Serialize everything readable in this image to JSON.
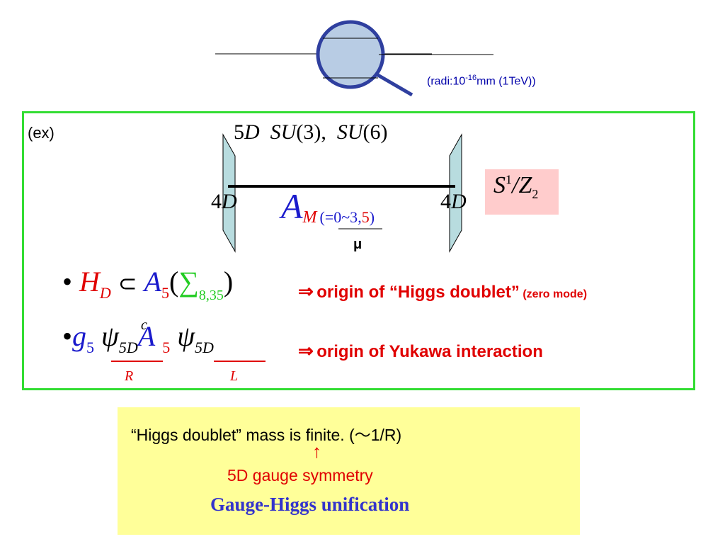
{
  "magnifier": {
    "radius_label": "(radi:10",
    "radius_exp": "-16",
    "radius_tail": "mm (1TeV))"
  },
  "example": {
    "label": "(ex)",
    "title_5D": "5D",
    "title_su3": "SU(3),",
    "title_su6": "SU(6)",
    "brane_left": "4D",
    "brane_right": "4D",
    "field_A": "A",
    "field_sub_M": "M",
    "field_index_open": "(=",
    "field_index_0_3": "0~3",
    "field_index_comma": ",",
    "field_index_5": "5",
    "field_index_close": ")",
    "mu_label": "μ",
    "orbifold_S": "S",
    "orbifold_sup": "1",
    "orbifold_slash": "/",
    "orbifold_Z": "Z",
    "orbifold_sub": "2"
  },
  "bullet1": {
    "bullet": "•",
    "H": "H",
    "H_sub": "D",
    "subset": "⊂",
    "A": "A",
    "A_sub": "5",
    "open_paren": "(",
    "sigma": "∑",
    "sigma_sub": "8,35",
    "close_paren": ")",
    "arrow": "⇒",
    "text": "origin of “Higgs doublet”",
    "note": "(zero mode)"
  },
  "bullet2": {
    "bullet": "•",
    "g": "g",
    "g_sub": "5",
    "psi1": "ψ",
    "psi1_sup": "c",
    "psi1_sub": "5D",
    "A": "A",
    "A_sub": "5",
    "psi2": "ψ",
    "psi2_sub": "5D",
    "R_label": "R",
    "L_label": "L",
    "arrow": "⇒",
    "text": "origin of Yukawa interaction"
  },
  "summary": {
    "line1": "“Higgs doublet” mass is finite. (～1/R)",
    "up_arrow": "↑",
    "line2": "5D gauge symmetry",
    "line3": "Gauge-Higgs unification"
  }
}
